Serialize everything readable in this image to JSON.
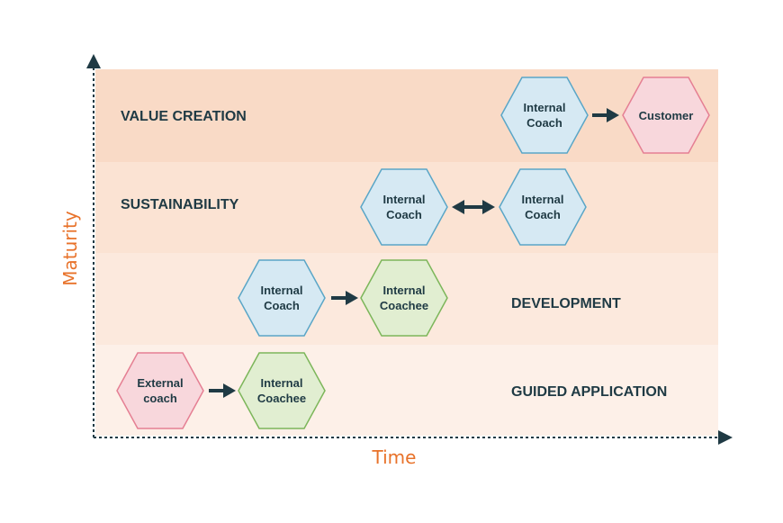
{
  "colors": {
    "band_value_creation": "#f9dac6",
    "band_sustainability": "#fbe3d3",
    "band_development": "#fce9dd",
    "band_guided_application": "#fdf0e8",
    "axis": "#1f3a44",
    "axis_label": "#e8722a",
    "text": "#1f3a44",
    "blue_fill": "#d6e9f3",
    "blue_stroke": "#5aa6c7",
    "green_fill": "#e1eed1",
    "green_stroke": "#7cb65a",
    "pink_fill": "#f8d7dc",
    "pink_stroke": "#e57f93"
  },
  "axes": {
    "y_label": "Maturity",
    "x_label": "Time"
  },
  "bands": [
    {
      "label": "VALUE CREATION"
    },
    {
      "label": "SUSTAINABILITY"
    },
    {
      "label": "DEVELOPMENT"
    },
    {
      "label": "GUIDED APPLICATION"
    }
  ],
  "nodes": {
    "vc_internal_coach": {
      "line1": "Internal",
      "line2": "Coach",
      "color": "blue"
    },
    "vc_customer": {
      "line1": "Customer",
      "line2": "",
      "color": "pink"
    },
    "su_internal_coach_a": {
      "line1": "Internal",
      "line2": "Coach",
      "color": "blue"
    },
    "su_internal_coach_b": {
      "line1": "Internal",
      "line2": "Coach",
      "color": "blue"
    },
    "dev_internal_coach": {
      "line1": "Internal",
      "line2": "Coach",
      "color": "blue"
    },
    "dev_internal_coachee": {
      "line1": "Internal",
      "line2": "Coachee",
      "color": "green"
    },
    "ga_external_coach": {
      "line1": "External",
      "line2": "coach",
      "color": "pink"
    },
    "ga_internal_coachee": {
      "line1": "Internal",
      "line2": "Coachee",
      "color": "green"
    }
  },
  "arrows": [
    {
      "from": "vc_internal_coach",
      "to": "vc_customer",
      "direction": "forward"
    },
    {
      "from": "su_internal_coach_a",
      "to": "su_internal_coach_b",
      "direction": "both"
    },
    {
      "from": "dev_internal_coach",
      "to": "dev_internal_coachee",
      "direction": "forward"
    },
    {
      "from": "ga_external_coach",
      "to": "ga_internal_coachee",
      "direction": "forward"
    }
  ]
}
